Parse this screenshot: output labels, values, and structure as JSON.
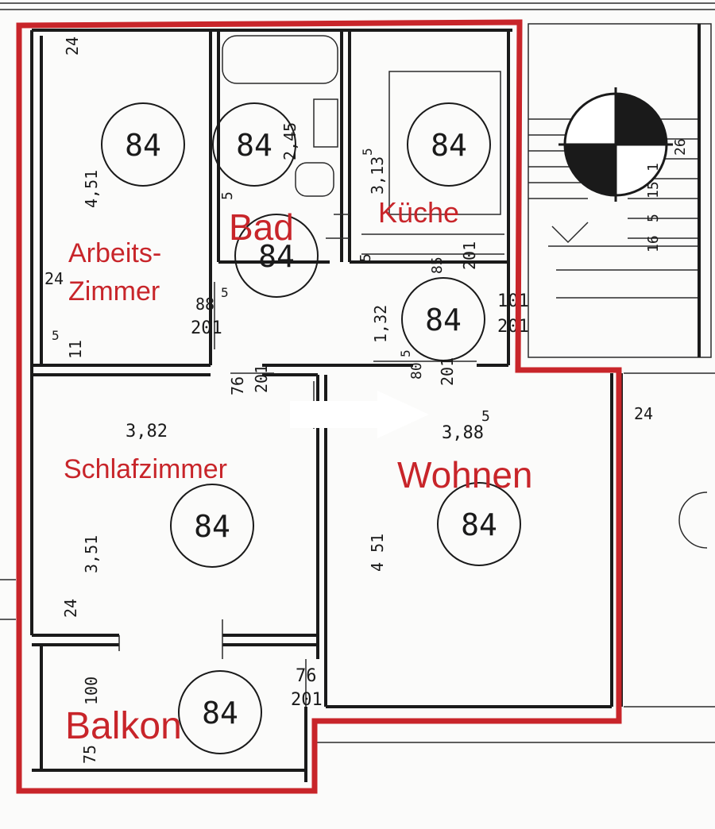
{
  "rooms": {
    "arbeitszimmer_line1": "Arbeits-",
    "arbeitszimmer_line2": "Zimmer",
    "bad": "Bad",
    "kueche": "Küche",
    "schlafzimmer": "Schlafzimmer",
    "wohnen": "Wohnen",
    "balkon": "Balkon"
  },
  "circle_marks": {
    "arbeitszimmer": "84",
    "bad_upper": "84",
    "bad_lower": "84",
    "kueche": "84",
    "flur": "84",
    "schlafzimmer": "84",
    "wohnen": "84",
    "balkon": "84"
  },
  "dimensions": {
    "top_24": "24",
    "arbeit_451": "4,51",
    "left_24": "24",
    "arbeit_115": "11",
    "arbeit_115_sup": "5",
    "door_88": "88",
    "door_88_sup": "5",
    "door_201_a": "201",
    "bad_245": "2,45",
    "bad_5": "5",
    "kueche_313": "3,13",
    "kueche_313_sup": "5",
    "kueche_5": "5",
    "kueche_85": "85",
    "kueche_201": "201",
    "flur_132": "1,32",
    "door_101": "101",
    "door_201_b": "201",
    "door_76": "76",
    "door_201_c": "201",
    "flur_80": "80",
    "flur_5": "5",
    "flur_201": "201",
    "schlaf_382": "3,82",
    "wohnen_388": "3,88",
    "wohnen_388_sup": "5",
    "right_24": "24",
    "schlaf_351": "3,51",
    "wohnen_451": "4 51",
    "schlaf_24": "24",
    "balkon_100": "100",
    "balkon_75": "75",
    "door_76_b": "76",
    "door_201_d": "201",
    "stair_26": "26",
    "stair_16": "16",
    "stair_5": "5",
    "stair_15": "15",
    "stair_1": "1"
  },
  "colors": {
    "outline": "#c8252a",
    "labels": "#c8252a",
    "ink": "#1a1a1a"
  }
}
